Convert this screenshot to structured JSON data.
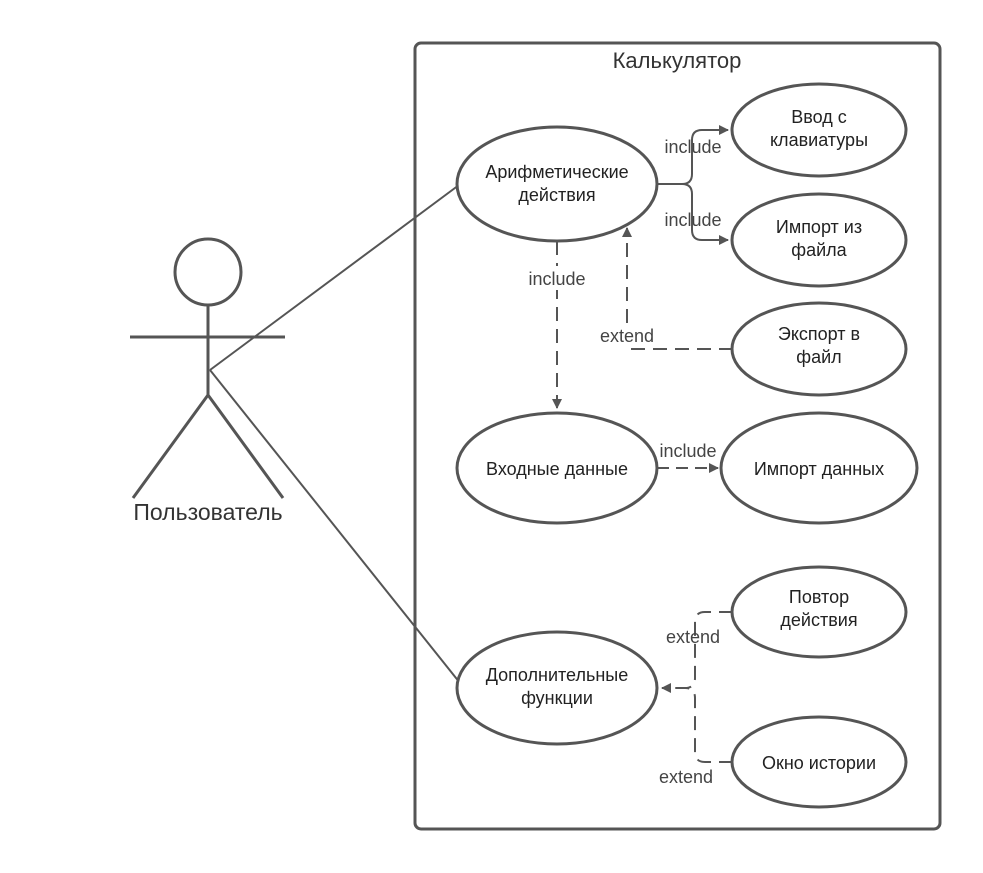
{
  "system": {
    "title": "Калькулятор"
  },
  "actor": {
    "name": "Пользователь"
  },
  "use_cases": {
    "arith": {
      "line1": "Арифметические",
      "line2": "действия"
    },
    "keyboard": {
      "line1": "Ввод с",
      "line2": "клавиатуры"
    },
    "file_import": {
      "line1": "Импорт из",
      "line2": "файла"
    },
    "export": {
      "line1": "Экспорт в",
      "line2": "файл"
    },
    "input": {
      "line1": "Входные данные"
    },
    "data_import": {
      "line1": "Импорт данных"
    },
    "extra": {
      "line1": "Дополнительные",
      "line2": "функции"
    },
    "repeat": {
      "line1": "Повтор",
      "line2": "действия"
    },
    "history": {
      "line1": "Окно истории"
    }
  },
  "relations": {
    "include": "include",
    "extend": "extend"
  },
  "colors": {
    "stroke": "#555555",
    "text": "#222222",
    "background": "#ffffff"
  }
}
